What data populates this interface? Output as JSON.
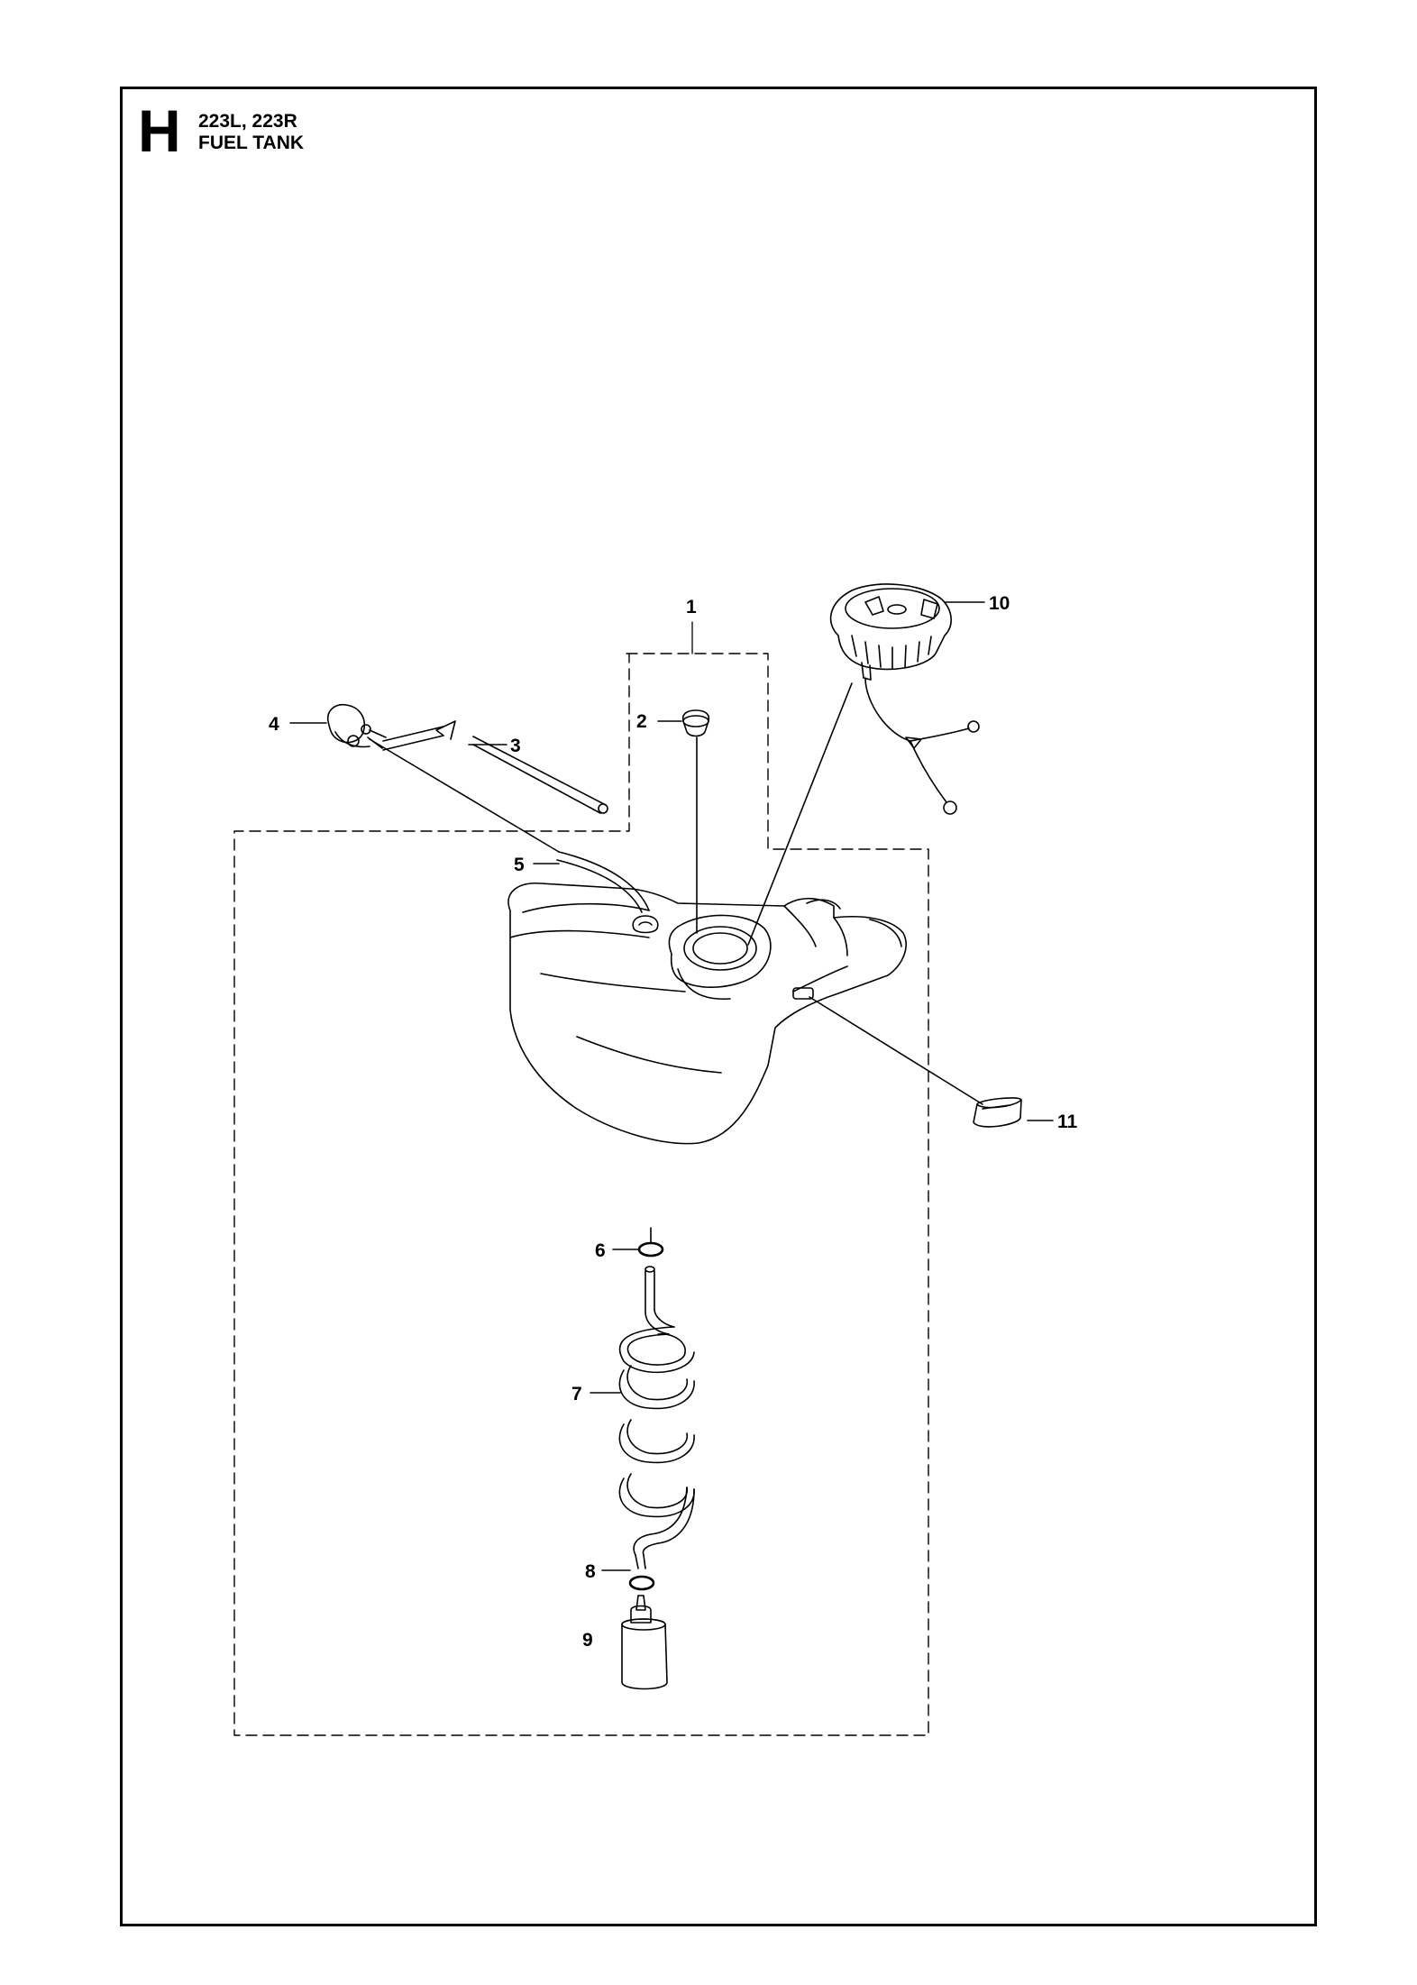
{
  "header": {
    "section_letter": "H",
    "models": "223L, 223R",
    "title": "FUEL TANK"
  },
  "colors": {
    "line": "#000000",
    "background": "#ffffff"
  },
  "callouts": [
    {
      "number": "1",
      "part": "fuel-tank-assembly"
    },
    {
      "number": "2",
      "part": "vent-valve"
    },
    {
      "number": "3",
      "part": "fuel-hose"
    },
    {
      "number": "4",
      "part": "primer-bulb"
    },
    {
      "number": "5",
      "part": "return-hose"
    },
    {
      "number": "6",
      "part": "o-ring-upper"
    },
    {
      "number": "7",
      "part": "coiled-fuel-hose"
    },
    {
      "number": "8",
      "part": "o-ring-lower"
    },
    {
      "number": "9",
      "part": "fuel-filter"
    },
    {
      "number": "10",
      "part": "fuel-cap"
    },
    {
      "number": "11",
      "part": "rubber-buffer"
    }
  ]
}
